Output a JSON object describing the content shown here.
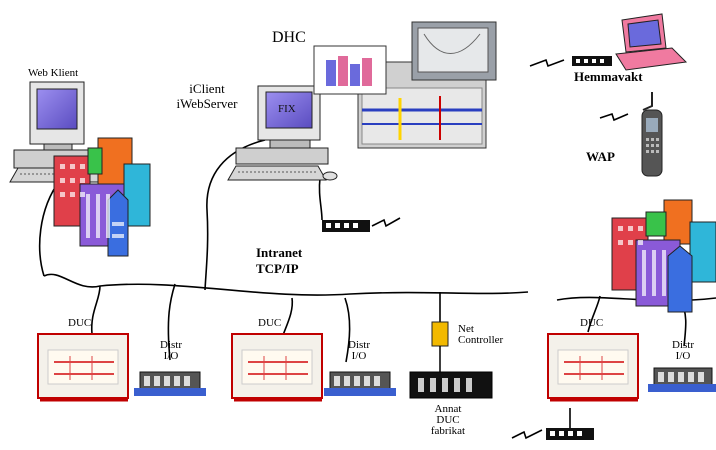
{
  "labels": {
    "web_klient": "Web Klient",
    "dhc": "DHC",
    "iclient_line1": "iClient",
    "iclient_line2": "iWebServer",
    "fix_screen": "FIX",
    "hemmavakt": "Hemmavakt",
    "wap": "WAP",
    "intranet_line1": "Intranet",
    "intranet_line2": "TCP/IP",
    "duc": "DUC",
    "distr_line1": "Distr",
    "distr_line2": "I/O",
    "net_controller_line1": "Net",
    "net_controller_line2": "Controller",
    "annat_line1": "Annat",
    "annat_line2": "DUC",
    "annat_line3": "fabrikat"
  },
  "colors": {
    "network_line": "#000000",
    "duc_panel_border": "#c00000",
    "duc_panel_fill": "#f4f1ea",
    "monitor_screen": "#7a6cd6",
    "pc_body": "#d9d9d9",
    "net_controller": "#f2b900",
    "building_red": "#e0404a",
    "building_purple": "#8a5ad8",
    "building_cyan": "#2fb6d9",
    "building_green": "#39c24a",
    "building_orange": "#f07020",
    "building_blue": "#3a6ee0",
    "laptop_pink": "#f07aa0"
  },
  "icons": [
    "pc-icon",
    "buildings-icon",
    "laptop-icon",
    "phone-icon",
    "modem-icon",
    "wireless-icon",
    "duc-panel-icon",
    "io-module-icon",
    "net-controller-icon"
  ]
}
